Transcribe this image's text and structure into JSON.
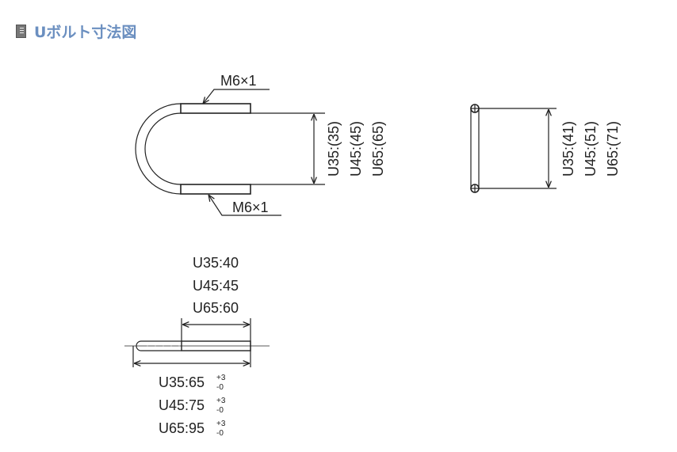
{
  "header": {
    "title": "Uボルト寸法図",
    "icon": "document-icon"
  },
  "side_view": {
    "thread_top": "M6×1",
    "thread_bottom": "M6×1",
    "dims": [
      "U35:(35)",
      "U45:(45)",
      "U65:(65)"
    ]
  },
  "end_view": {
    "dims": [
      "U35:(41)",
      "U45:(51)",
      "U65:(71)"
    ]
  },
  "rod_view": {
    "thread_lengths": [
      "U35:40",
      "U45:45",
      "U65:60"
    ],
    "total_lengths": [
      "U35:65",
      "U45:75",
      "U65:95"
    ],
    "tolerance_plus": "+3",
    "tolerance_minus": "-0"
  }
}
